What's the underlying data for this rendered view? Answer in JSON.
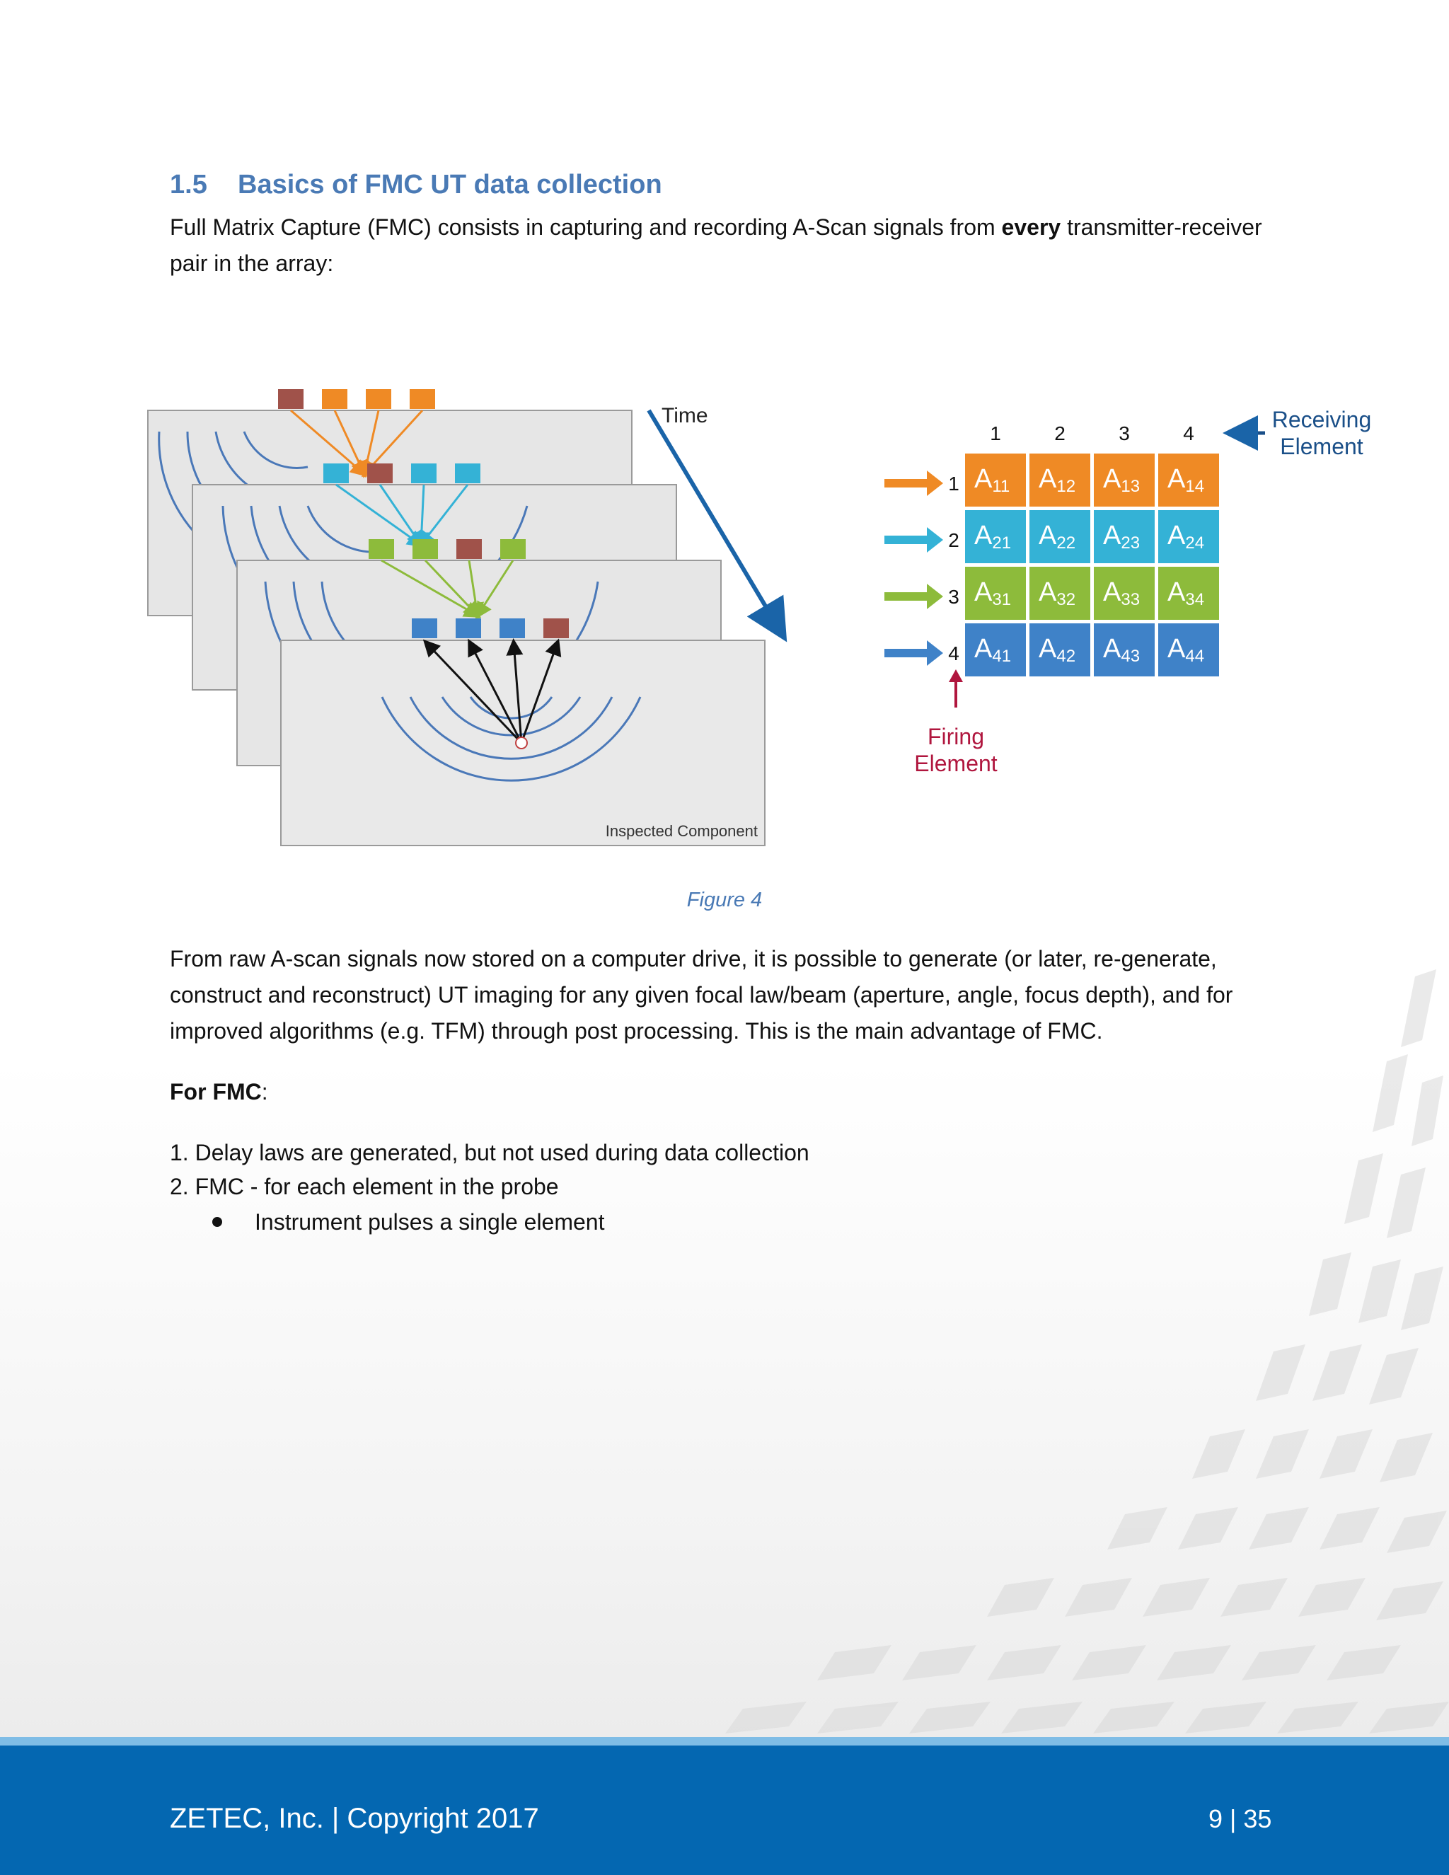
{
  "section": {
    "number": "1.5",
    "title": "Basics of FMC UT data collection"
  },
  "intro": {
    "before": "Full Matrix Capture (FMC) consists in capturing and recording A-Scan signals from ",
    "bold": "every",
    "after": " transmitter-receiver pair in the array:"
  },
  "figure": {
    "time_label": "Time",
    "component_label": "Inspected Component",
    "receiving_label_1": "Receiving",
    "receiving_label_2": "Element",
    "firing_label_1": "Firing",
    "firing_label_2": "Element",
    "column_numbers": [
      "1",
      "2",
      "3",
      "4"
    ],
    "row_numbers": [
      "1",
      "2",
      "3",
      "4"
    ],
    "row_colors": [
      "#ef8a25",
      "#34b2d6",
      "#8dbb3b",
      "#3f82c8"
    ],
    "matrix": [
      [
        "A11",
        "A12",
        "A13",
        "A14"
      ],
      [
        "A21",
        "A22",
        "A23",
        "A24"
      ],
      [
        "A31",
        "A32",
        "A33",
        "A34"
      ],
      [
        "A41",
        "A42",
        "A43",
        "A44"
      ]
    ],
    "caption": "Figure 4"
  },
  "body_paragraph": "From raw A-scan signals now stored on a computer drive, it is possible to generate (or later, re-generate, construct and reconstruct) UT imaging for any given focal law/beam (aperture, angle, focus depth), and for improved algorithms (e.g. TFM) through post processing. This is the main advantage of FMC.",
  "for_fmc": {
    "bold": "For FMC",
    "colon": ":"
  },
  "list": [
    "1. Delay laws are generated, but not used during data collection",
    "2. FMC - for each element in the probe"
  ],
  "bullet": "Instrument pulses a single element",
  "footer": {
    "left": "ZETEC, Inc. | Copyright 2017",
    "right": "9 | 35"
  }
}
